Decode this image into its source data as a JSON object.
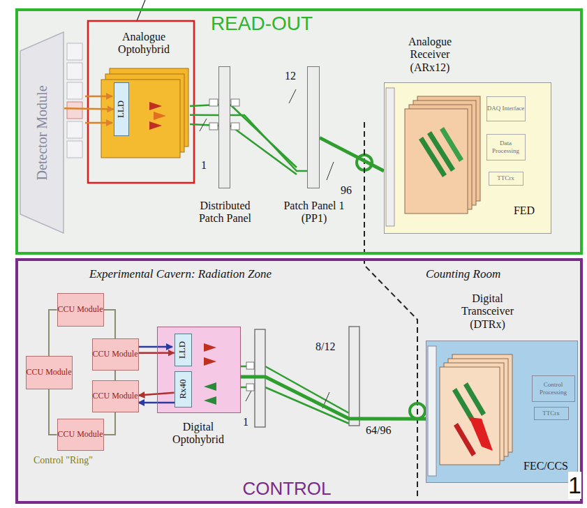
{
  "diagram": {
    "nodes": [
      {
        "text": [
          "READ-OUT"
        ]
      },
      {
        "text": [
          "Detector Module"
        ],
        "in": 0
      },
      {
        "text": [
          "Analogue Optohybrid"
        ],
        "in": 0
      },
      {
        "text": [
          "LLD"
        ],
        "in": 2
      },
      {
        "text": [
          "Distributed Patch Panel"
        ],
        "in": 0
      },
      {
        "text": [
          "Patch Panel 1 (PP1)"
        ],
        "in": 0
      },
      {
        "text": [
          "Analogue Receiver (ARx12)",
          "FED"
        ],
        "in": 0
      },
      {
        "text": [
          "DAQ Interface"
        ],
        "in": 6
      },
      {
        "text": [
          "Data Processing"
        ],
        "in": 6
      },
      {
        "text": [
          "TTCrx"
        ],
        "in": 6
      },
      {
        "text": [
          "CONTROL"
        ]
      },
      {
        "text": [
          "CCU Module"
        ],
        "in": 10
      },
      {
        "text": [
          "CCU Module"
        ],
        "in": 10
      },
      {
        "text": [
          "CCU Module"
        ],
        "in": 10
      },
      {
        "text": [
          "CCU Module"
        ],
        "in": 10
      },
      {
        "text": [
          "CCU Module"
        ],
        "in": 10
      },
      {
        "text": [
          "Digital Optohybrid"
        ],
        "in": 10
      },
      {
        "text": [
          "LLD"
        ],
        "in": 16
      },
      {
        "text": [
          "Rx40"
        ],
        "in": 16
      },
      {
        "text": [
          "Digital Transceiver (DTRx)",
          "FEC/CCS"
        ],
        "in": 10
      },
      {
        "text": [
          "Control Processing"
        ],
        "in": 19
      },
      {
        "text": [
          "TTCrx"
        ],
        "in": 19
      }
    ],
    "edges": [
      {
        "from": 1,
        "to": 3,
        "arrow": "to"
      },
      {
        "from": 2,
        "to": 4,
        "arrow": "none"
      },
      {
        "from": 4,
        "to": 5,
        "arrow": "none"
      },
      {
        "from": 5,
        "to": 6,
        "arrow": "none"
      },
      {
        "from": 11,
        "to": 12,
        "arrow": "none"
      },
      {
        "from": 12,
        "to": 14,
        "arrow": "none"
      },
      {
        "from": 14,
        "to": 15,
        "arrow": "none"
      },
      {
        "from": 15,
        "to": 13,
        "arrow": "none"
      },
      {
        "from": 13,
        "to": 11,
        "arrow": "none"
      },
      {
        "from": 12,
        "to": 17,
        "arrow": "to"
      },
      {
        "from": 18,
        "to": 14,
        "arrow": "to"
      },
      {
        "from": 16,
        "to": 19,
        "arrow": "none"
      }
    ],
    "labels": [
      "1",
      "12",
      "96",
      "Experimental Cavern: Radiation Zone",
      "Counting Room",
      "Control \"Ring\"",
      "1",
      "8/12",
      "64/96",
      "1"
    ]
  }
}
